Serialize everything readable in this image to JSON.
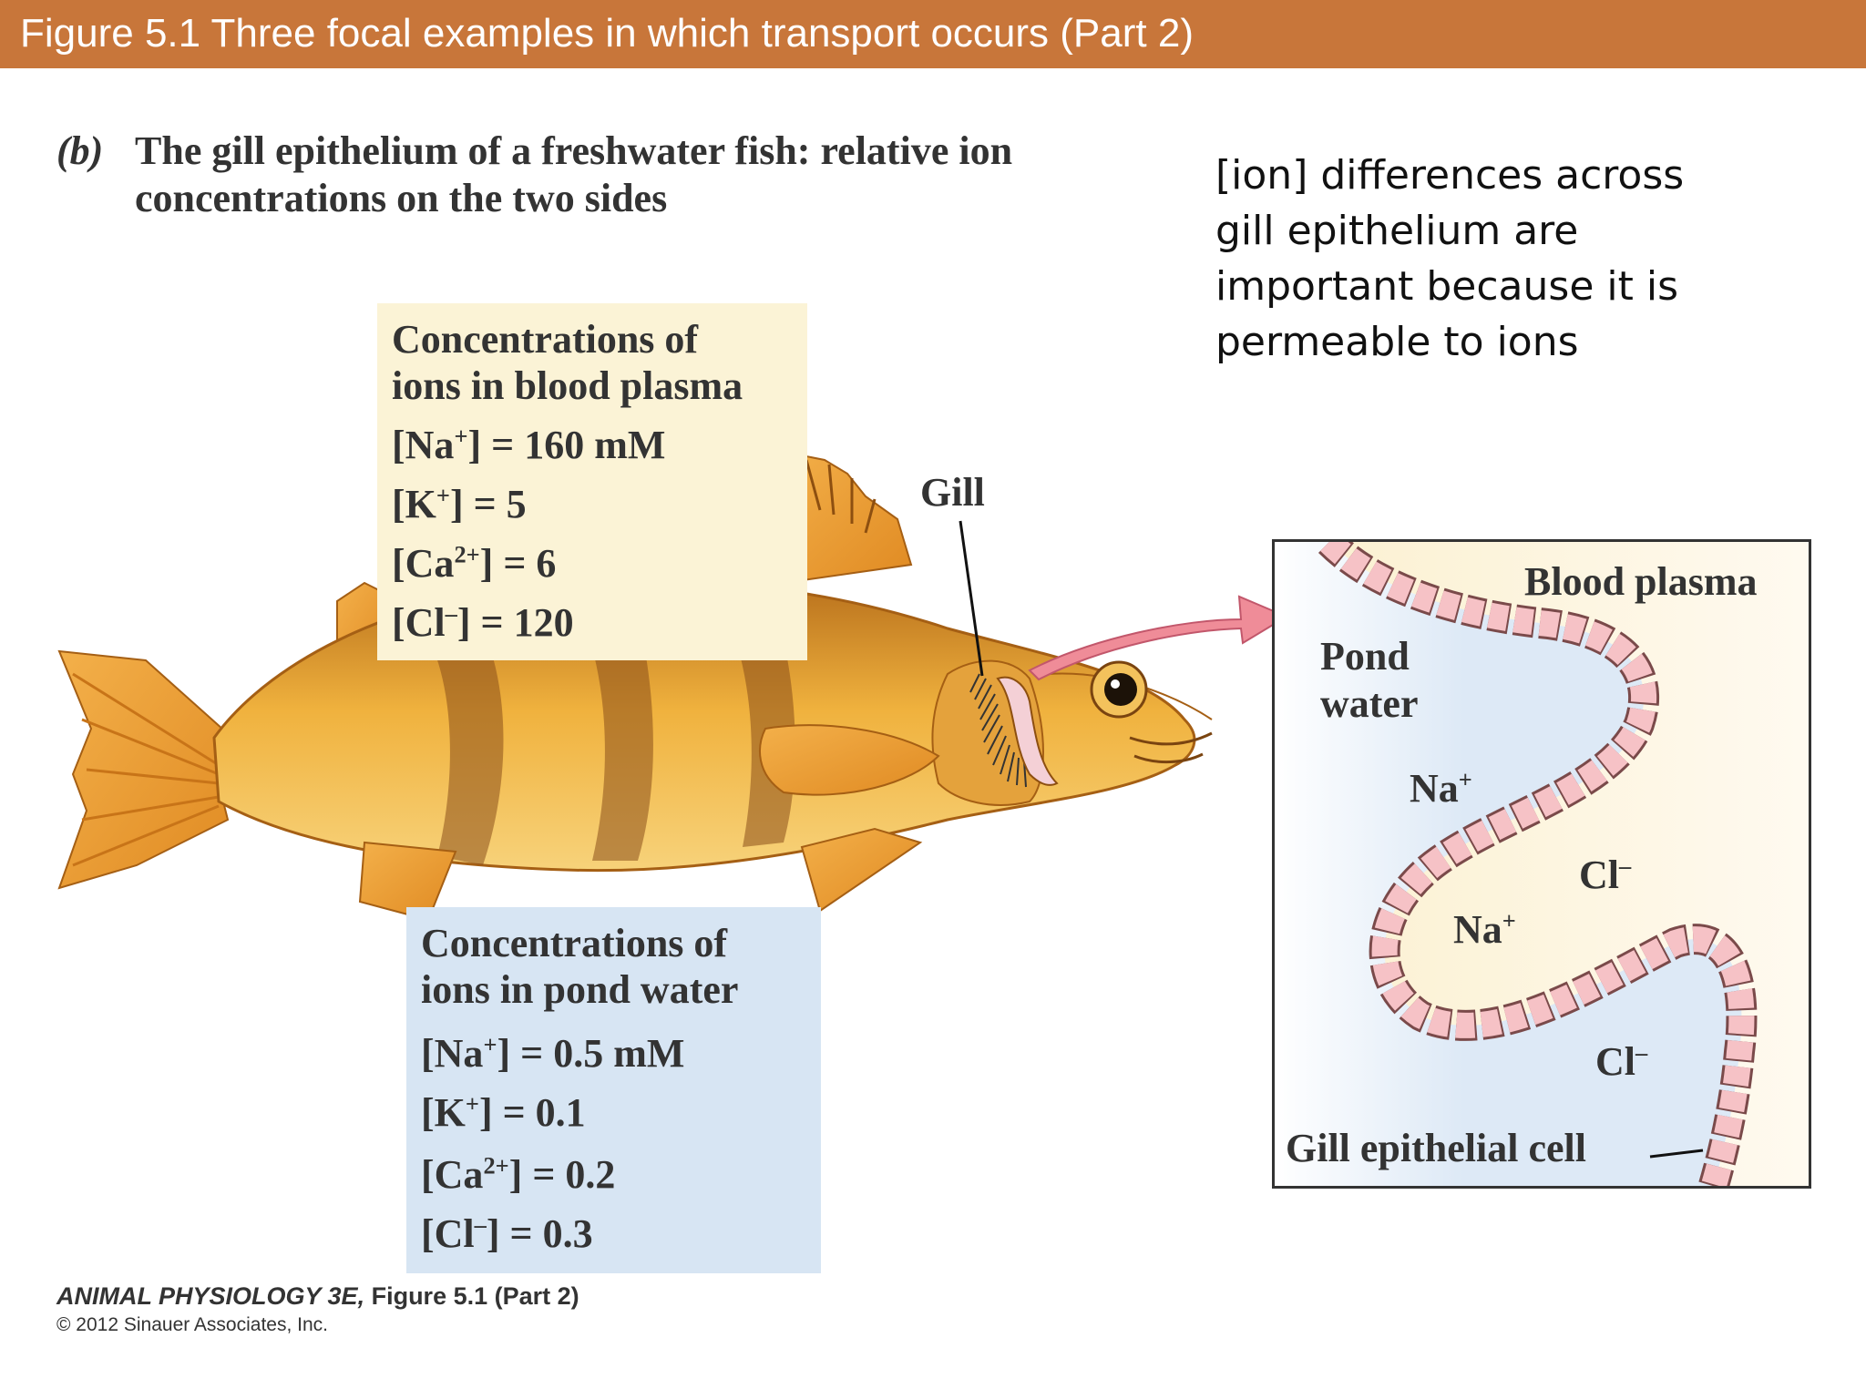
{
  "header": {
    "title": "Figure 5.1  Three focal examples in which transport occurs (Part 2)"
  },
  "caption": {
    "label": "(b)",
    "line1": "The gill epithelium of a freshwater fish: relative ion",
    "line2": "concentrations on the two sides"
  },
  "note": {
    "lines": [
      "[ion] differences across",
      "gill epithelium are",
      "important because it is",
      "permeable to ions"
    ]
  },
  "blood_box": {
    "heading1": "Concentrations of",
    "heading2": "ions in blood plasma",
    "na": "160 mM",
    "k": "5",
    "ca": "6",
    "cl": "120"
  },
  "pond_box": {
    "heading1": "Concentrations of",
    "heading2": "ions in pond water",
    "na": "0.5 mM",
    "k": "0.1",
    "ca": "0.2",
    "cl": "0.3"
  },
  "gill_label": "Gill",
  "inset": {
    "blood_plasma": "Blood plasma",
    "pond_water_1": "Pond",
    "pond_water_2": "water",
    "na_label": "Na",
    "cl_label": "Cl",
    "gill_cell": "Gill epithelial cell"
  },
  "footer": {
    "book": "ANIMAL PHYSIOLOGY 3E,",
    "figure": " Figure 5.1 (Part 2)",
    "copyright": "© 2012 Sinauer Associates, Inc."
  },
  "colors": {
    "title_bar": "#c8763a",
    "blood_box": "#fbf3d6",
    "pond_box": "#d7e5f3",
    "arrow": "#ef8c98",
    "fish_body": "#e9a634"
  }
}
